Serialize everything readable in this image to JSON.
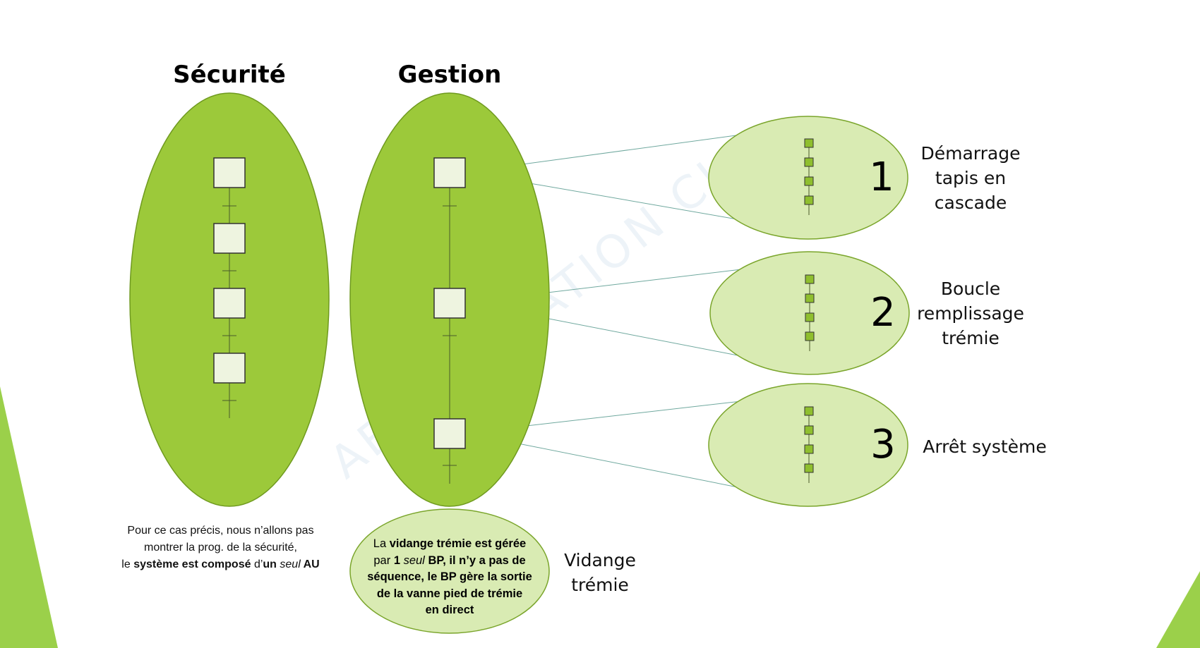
{
  "colors": {
    "main_ellipse": "#9cc93a",
    "main_ellipse_stroke": "#6f9a1f",
    "sub_ellipse": "#d9ebb3",
    "sub_ellipse_stroke": "#7aa52b",
    "step_fill": "#eef4e0",
    "mini_step_fill": "#8fbf2e",
    "corner_accent": "#9bd04a",
    "connector": "#6fa89e"
  },
  "columns": {
    "securite": {
      "title": "Sécurité"
    },
    "gestion": {
      "title": "Gestion"
    }
  },
  "subsequences": [
    {
      "number": "1",
      "label_lines": [
        "Démarrage",
        "tapis en",
        "cascade"
      ]
    },
    {
      "number": "2",
      "label_lines": [
        "Boucle",
        "remplissage",
        "trémie"
      ]
    },
    {
      "number": "3",
      "label_lines": [
        "Arrêt système"
      ]
    }
  ],
  "securite_note": {
    "line1": "Pour ce cas précis, nous n’allons pas",
    "line2": "montrer la prog. de la sécurité,",
    "line3_a": "le ",
    "line3_b": "système est composé",
    "line3_c": " d’",
    "line3_d": "un",
    "line3_e": " seul",
    "line3_f": " AU"
  },
  "vidange": {
    "label_lines": [
      "Vidange",
      "trémie"
    ],
    "text": {
      "l1_a": "La ",
      "l1_b": "vidange trémie est gérée",
      "l2_a": "par ",
      "l2_b": "1",
      "l2_c": " seul",
      "l2_d": " BP, il n’y a pas de",
      "l3": "séquence, le BP gère la sortie",
      "l4": "de la vanne pied de trémie",
      "l5": "en direct"
    }
  },
  "watermark": "AEI FORMATION CI"
}
